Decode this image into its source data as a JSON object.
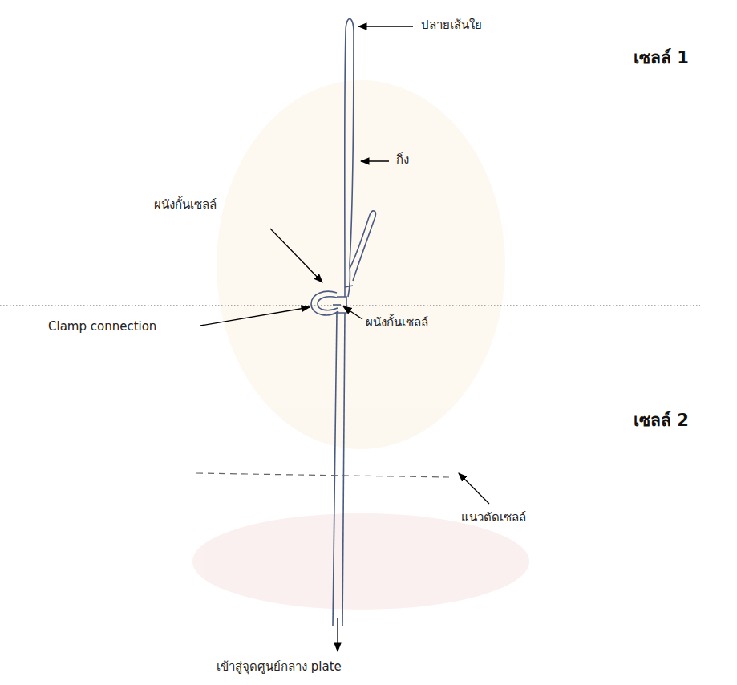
{
  "diagram": {
    "labels": [
      "ปลายเส้นใย",
      "เซลล์ 1",
      "ผนังกั้นเซลล์",
      "กิ่ง",
      "Clamp connection",
      "ผนังกั้นเซลล์",
      "เซลล์ 2",
      "แนวตัดเซลล์",
      "เข้าสู่จุดศูนย์กลาง plate"
    ]
  }
}
